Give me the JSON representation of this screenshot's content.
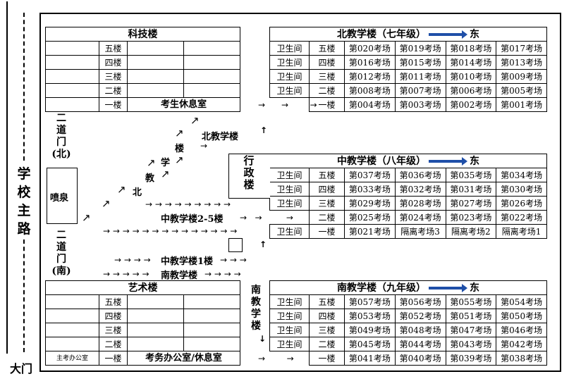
{
  "road": {
    "main_road": "学校主路",
    "gate": "大门"
  },
  "gates": {
    "north_gate": "二道门(北)",
    "south_gate": "二道门(南)",
    "fountain": "喷泉"
  },
  "admin": "行政楼",
  "tech_building": {
    "title": "科技楼",
    "floors": [
      "五楼",
      "四楼",
      "三楼",
      "二楼",
      "一楼"
    ],
    "ground_room": "考生休息室"
  },
  "art_building": {
    "title": "艺术楼",
    "floors": [
      "五楼",
      "四楼",
      "三楼",
      "二楼",
      "一楼"
    ],
    "ground_left": "主考办公室",
    "ground_room": "考务办公室/休息室"
  },
  "north_building": {
    "title": "北教学楼（七年级）",
    "east": "东",
    "rows": [
      [
        "卫生间",
        "五楼",
        "第020考场",
        "第019考场",
        "第018考场",
        "第017考场"
      ],
      [
        "卫生间",
        "四楼",
        "第016考场",
        "第015考场",
        "第014考场",
        "第013考场"
      ],
      [
        "卫生间",
        "三楼",
        "第012考场",
        "第011考场",
        "第010考场",
        "第009考场"
      ],
      [
        "卫生间",
        "二楼",
        "第008考场",
        "第007考场",
        "第006考场",
        "第005考场"
      ],
      [
        "",
        "一楼",
        "第004考场",
        "第003考场",
        "第002考场",
        "第001考场"
      ]
    ]
  },
  "middle_building": {
    "title": "中教学楼（八年级）",
    "east": "东",
    "rows": [
      [
        "卫生间",
        "五楼",
        "第037考场",
        "第036考场",
        "第035考场",
        "第034考场"
      ],
      [
        "卫生间",
        "四楼",
        "第033考场",
        "第032考场",
        "第031考场",
        "第030考场"
      ],
      [
        "卫生间",
        "三楼",
        "第029考场",
        "第028考场",
        "第027考场",
        "第026考场"
      ],
      [
        "",
        "二楼",
        "第025考场",
        "第024考场",
        "第023考场",
        "第022考场"
      ],
      [
        "卫生间",
        "一楼",
        "第021考场",
        "隔离考场3",
        "隔离考场2",
        "隔离考场1"
      ]
    ]
  },
  "south_building": {
    "title": "南教学楼（九年级）",
    "east": "东",
    "rows": [
      [
        "卫生间",
        "五楼",
        "第057考场",
        "第056考场",
        "第055考场",
        "第054考场"
      ],
      [
        "卫生间",
        "四楼",
        "第053考场",
        "第052考场",
        "第051考场",
        "第050考场"
      ],
      [
        "卫生间",
        "三楼",
        "第049考场",
        "第048考场",
        "第047考场",
        "第046考场"
      ],
      [
        "卫生间",
        "二楼",
        "第045考场",
        "第044考场",
        "第043考场",
        "第042考场"
      ],
      [
        "",
        "一楼",
        "第041考场",
        "第040考场",
        "第039考场",
        "第038考场"
      ]
    ]
  },
  "route_labels": {
    "to_north": "北教学楼",
    "north_diag": [
      "北",
      "教",
      "学",
      "楼"
    ],
    "mid_2_5": "中教学楼2-5楼",
    "mid_1": "中教学楼1楼",
    "south": "南教学楼",
    "south_vertical": "南教学楼"
  }
}
